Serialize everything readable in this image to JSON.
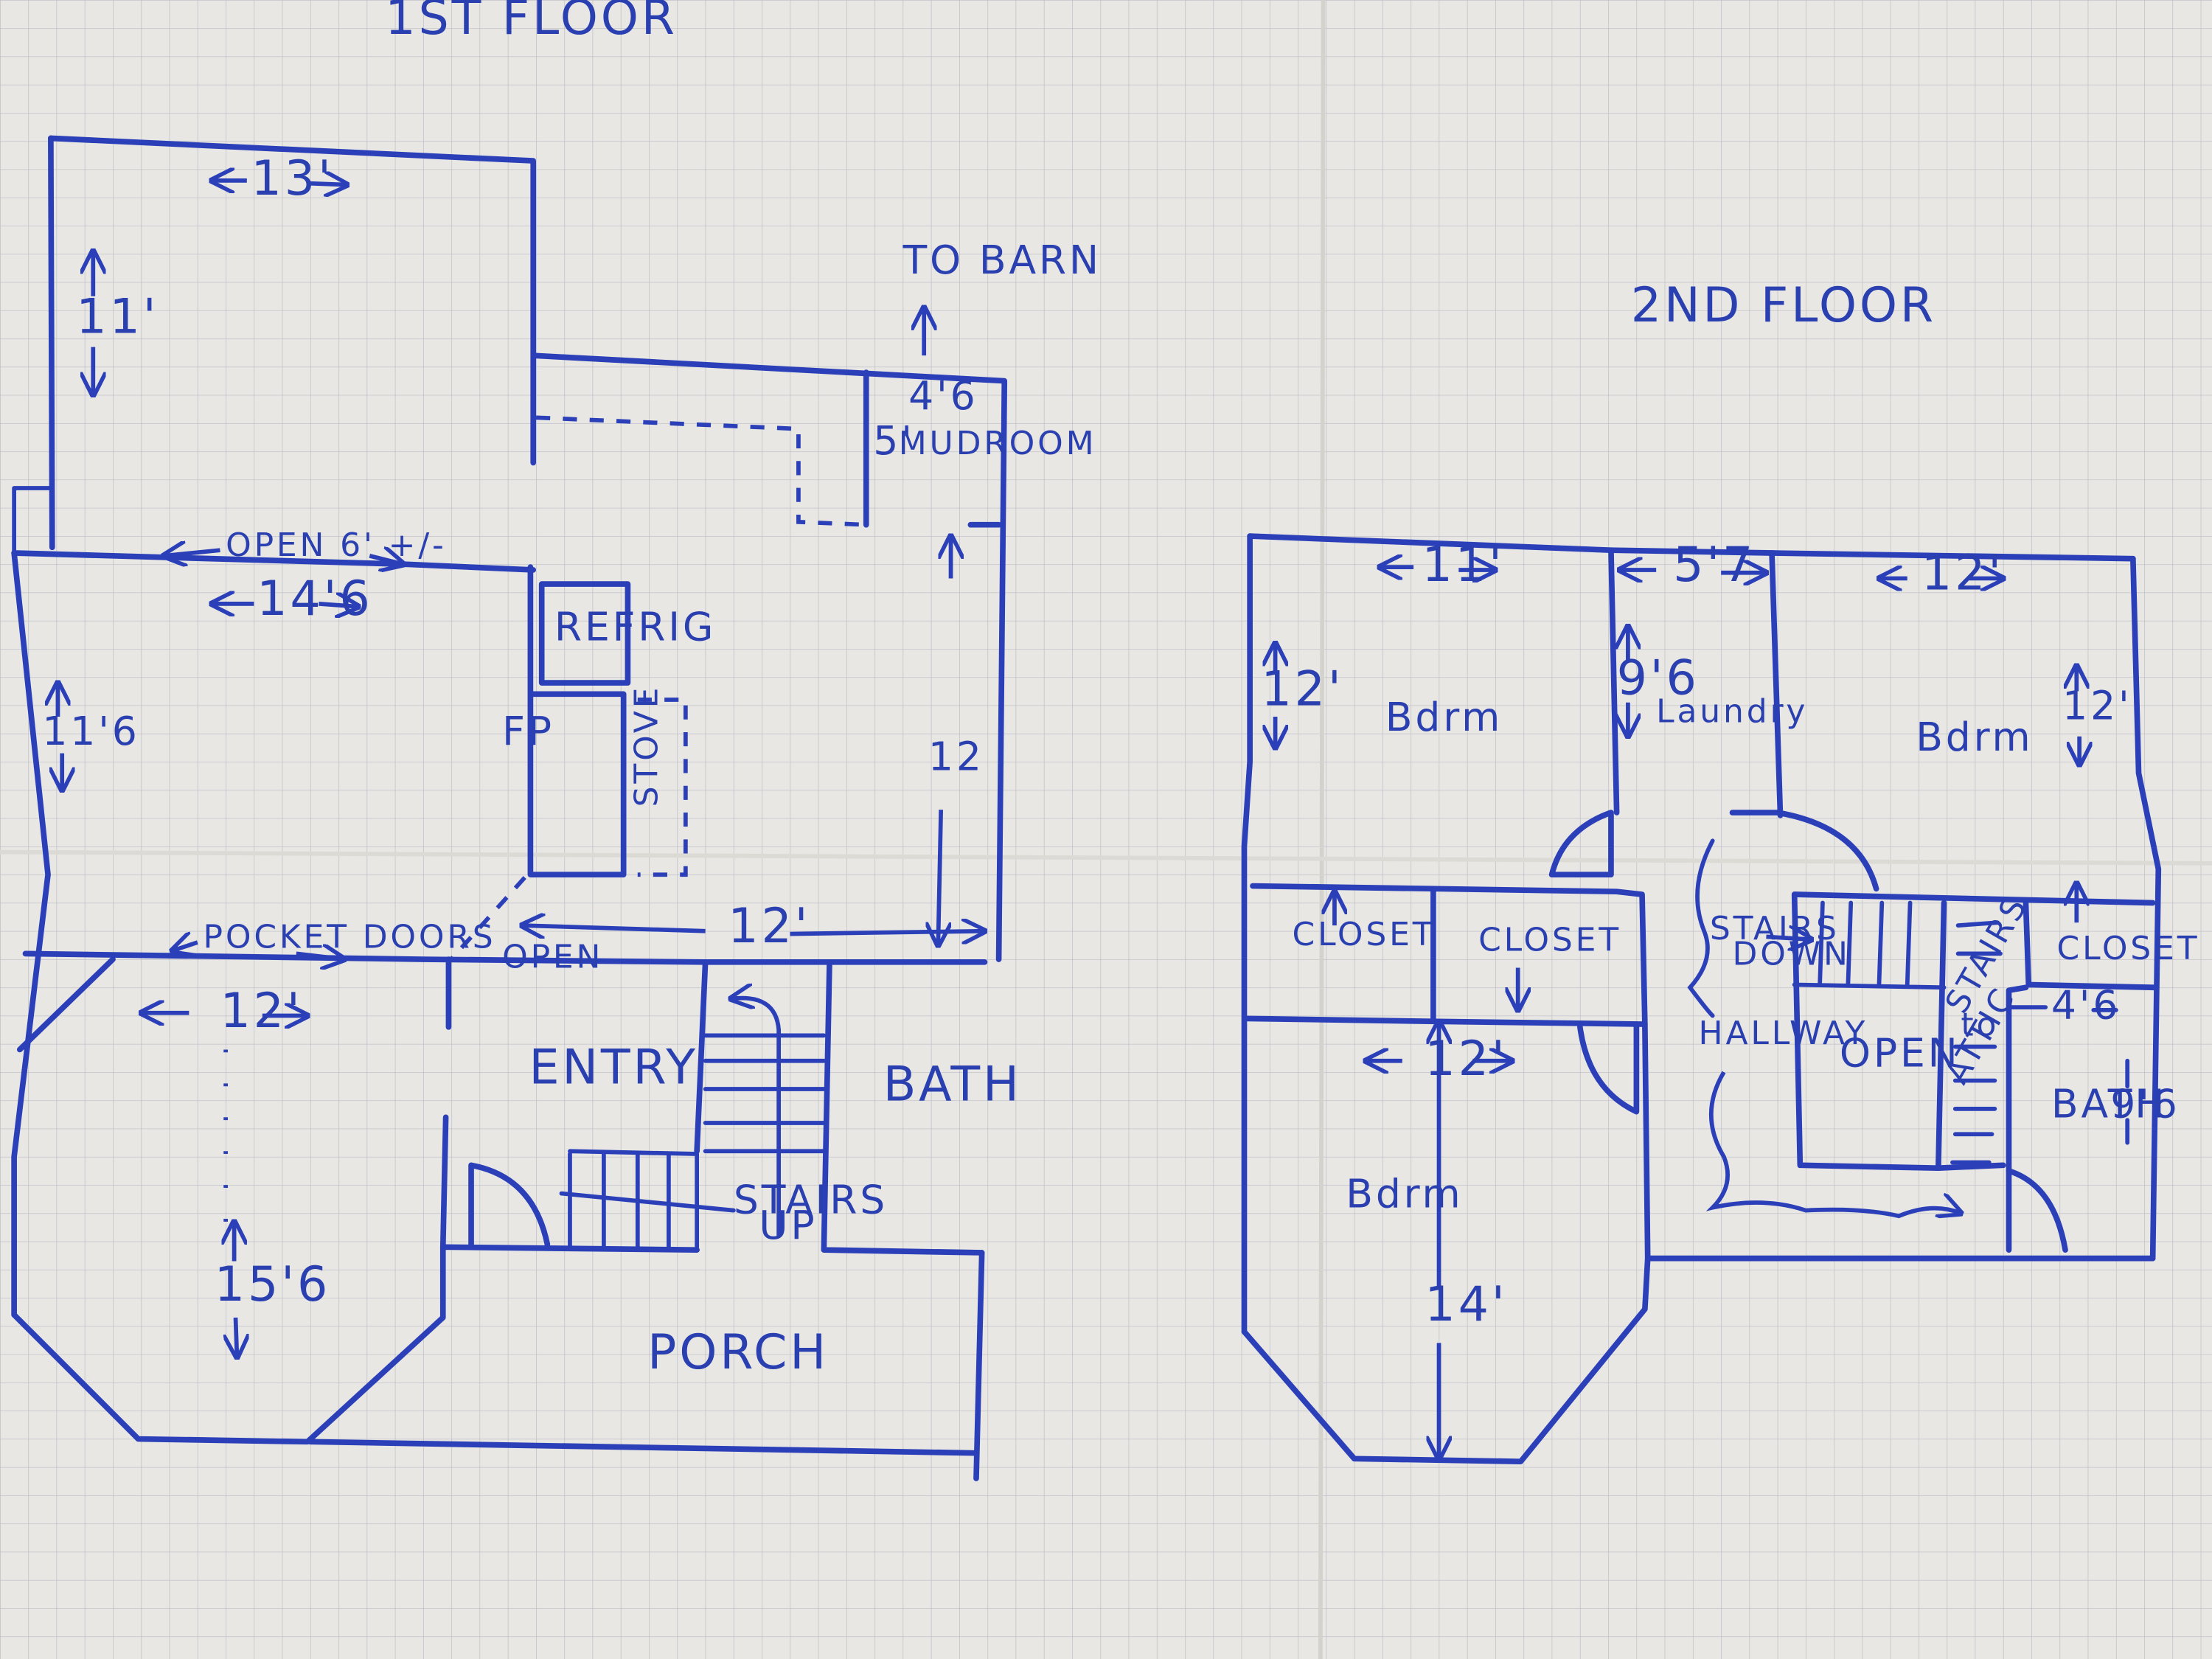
{
  "colors": {
    "paper": "#e9e7e3",
    "grid": "#b9bcc6",
    "ink": "#2b40b8"
  },
  "first_floor": {
    "title": "1ST FLOOR",
    "dims": {
      "top_width": "13'",
      "top_height": "11'",
      "living_width": "14'6",
      "living_height": "11'6",
      "opening": "OPEN 6' +/-",
      "kitchen_width": "12'",
      "kitchen_height": "12",
      "mudroom_width": "4'6",
      "mudroom_height": "5'",
      "front_width": "12'",
      "front_height": "15'6"
    },
    "labels": {
      "to_barn": "TO BARN",
      "mudroom": "MUDROOM",
      "refrig": "REFRIG",
      "stove": "STOVE",
      "fp": "FP",
      "pocket_doors": "POCKET DOORS",
      "open": "OPEN",
      "entry": "ENTRY",
      "bath": "BATH",
      "stairs_up": [
        "STAIRS",
        "UP"
      ],
      "porch": "PORCH"
    }
  },
  "second_floor": {
    "title": "2ND FLOOR",
    "dims": {
      "bdrm_left_width": "11'",
      "bdrm_left_height": "12'",
      "laundry_width": "5'7",
      "laundry_height": "9'6",
      "bdrm_right_width": "12'",
      "bdrm_right_height": "12'",
      "bdrm_front_width": "12'",
      "bdrm_front_height": "14'",
      "bath_width": "4'6",
      "bath_height": "9'6"
    },
    "labels": {
      "bdrm_left": "Bdrm",
      "laundry": "Laundry",
      "bdrm_right": "Bdrm",
      "closet_1": "CLOSET",
      "closet_2": "CLOSET",
      "closet_3": "CLOSET",
      "stairs_down": [
        "STAIRS",
        "DOWN"
      ],
      "hallway": "HALLWAY",
      "open": "OPEN",
      "stairs_attic": [
        "STAIRS",
        "to",
        "ATTIC"
      ],
      "bath": "BATH",
      "bdrm_front": "Bdrm"
    }
  }
}
